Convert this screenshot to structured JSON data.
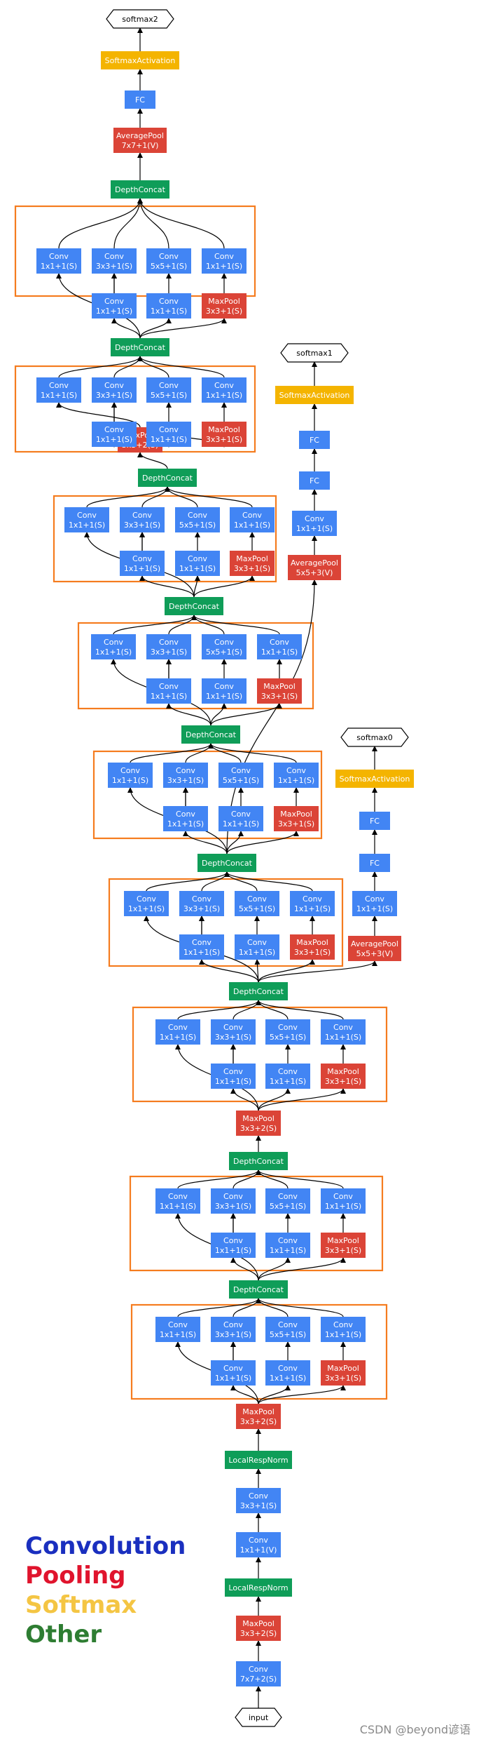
{
  "colors": {
    "conv": "#4285f4",
    "pool": "#db4437",
    "softmax": "#f4b400",
    "other": "#0f9d58",
    "module_border": "#f57c1f",
    "legend_convolution": "#1a2fbf",
    "legend_pooling": "#e0142d",
    "legend_softmax": "#f4c543",
    "legend_other": "#2e7d32"
  },
  "inception_labels": {
    "conv1": [
      "Conv",
      "1x1+1(S)"
    ],
    "conv3": [
      "Conv",
      "3x3+1(S)"
    ],
    "conv5": [
      "Conv",
      "5x5+1(S)"
    ],
    "reduce": [
      "Conv",
      "1x1+1(S)"
    ],
    "pool": [
      "MaxPool",
      "3x3+1(S)"
    ]
  },
  "nodes": {
    "input": [
      "input"
    ],
    "conv_7x7": [
      "Conv",
      "7x7+2(S)"
    ],
    "maxpool_1": [
      "MaxPool",
      "3x3+2(S)"
    ],
    "lrn_1": [
      "LocalRespNorm"
    ],
    "conv_1x1v": [
      "Conv",
      "1x1+1(V)"
    ],
    "conv_3x3": [
      "Conv",
      "3x3+1(S)"
    ],
    "lrn_2": [
      "LocalRespNorm"
    ],
    "maxpool_2": [
      "MaxPool",
      "3x3+2(S)"
    ],
    "concat": [
      "DepthConcat"
    ],
    "maxpool_3": [
      "MaxPool",
      "3x3+2(S)"
    ],
    "maxpool_4": [
      "MaxPool",
      "3x3+2(S)"
    ],
    "avgpool_final": [
      "AveragePool",
      "7x7+1(V)"
    ],
    "fc": [
      "FC"
    ],
    "softmax_activation": [
      "SoftmaxActivation"
    ],
    "softmax2": [
      "softmax2"
    ],
    "aux_avgpool": [
      "AveragePool",
      "5x5+3(V)"
    ],
    "aux_conv": [
      "Conv",
      "1x1+1(S)"
    ],
    "softmax1": [
      "softmax1"
    ],
    "softmax0": [
      "softmax0"
    ]
  },
  "legend": [
    "Convolution",
    "Pooling",
    "Softmax",
    "Other"
  ],
  "watermark": "CSDN @beyond谚语"
}
